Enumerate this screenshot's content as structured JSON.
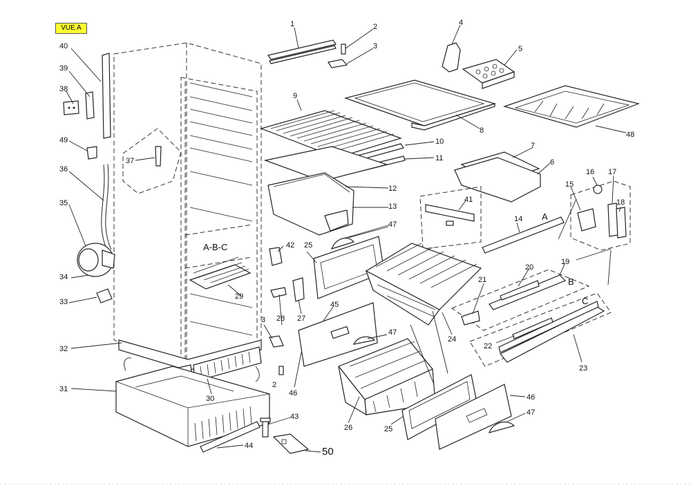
{
  "view_label": "VUE A",
  "section_letters": {
    "abc": "A-B-C",
    "a": "A",
    "b": "B",
    "c": "C"
  },
  "callouts": {
    "n1": "1",
    "n2": "2",
    "n3": "3",
    "n4": "4",
    "n5": "5",
    "n6": "6",
    "n7": "7",
    "n8": "8",
    "n9": "9",
    "n10": "10",
    "n11": "11",
    "n12": "12",
    "n13": "13",
    "n14": "14",
    "n15": "15",
    "n16": "16",
    "n17": "17",
    "n18": "18",
    "n19": "19",
    "n20": "20",
    "n21": "21",
    "n22": "22",
    "n23": "23",
    "n24": "24",
    "n25a": "25",
    "n25b": "25",
    "n26": "26",
    "n27": "27",
    "n28": "28",
    "n29": "29",
    "n30": "30",
    "n31": "31",
    "n32": "32",
    "n33": "33",
    "n34": "34",
    "n35": "35",
    "n36": "36",
    "n37": "37",
    "n38": "38",
    "n39": "39",
    "n40": "40",
    "n41": "41",
    "n42": "42",
    "n43": "43",
    "n44": "44",
    "n45": "45",
    "n46a": "46",
    "n46b": "46",
    "n47a": "47",
    "n47b": "47",
    "n47c": "47",
    "n48": "48",
    "n49": "49",
    "n50": "50",
    "n3b": "3",
    "n2b": "2"
  },
  "colors": {
    "badge": "#ffff33",
    "ink": "#222222"
  }
}
